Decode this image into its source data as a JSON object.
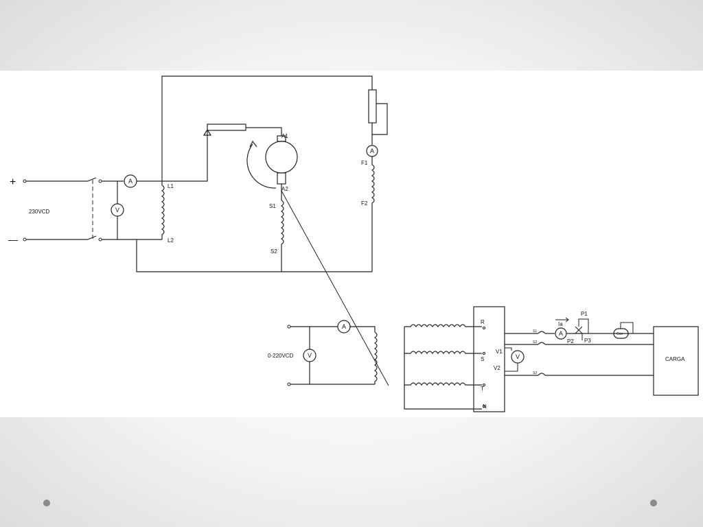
{
  "motor_circuit": {
    "supply_label": "230VCD",
    "plus_symbol": "+",
    "minus_symbol": "—",
    "ammeter_label": "A",
    "voltmeter_label": "V",
    "terminal_L1": "L1",
    "terminal_L2": "L2",
    "terminal_A1": "A1",
    "terminal_A2": "A2",
    "terminal_S1": "S1",
    "terminal_S2": "S2",
    "terminal_F1": "F1",
    "terminal_F2": "F2",
    "field_ammeter_label": "A"
  },
  "generator_circuit": {
    "supply_label": "0-220VCD",
    "ammeter_label": "A",
    "voltmeter_label": "V"
  },
  "three_phase_circuit": {
    "terminal_R": "R",
    "terminal_S": "S",
    "terminal_T": "T",
    "terminal_N": "N",
    "terminal_V1": "V1",
    "terminal_V2": "V2",
    "voltmeter_label": "V",
    "ammeter_label": "A",
    "current_label": "Ia",
    "terminal_P1": "P1",
    "terminal_P2": "P2",
    "terminal_P3": "P3",
    "meter_label": "Cos",
    "fuse_1": "S1",
    "fuse_2": "S2",
    "fuse_3": "S3",
    "load_label": "CARGA"
  },
  "colors": {
    "line": "#222222",
    "background": "#ffffff",
    "bullet": "#8a8a8a"
  }
}
